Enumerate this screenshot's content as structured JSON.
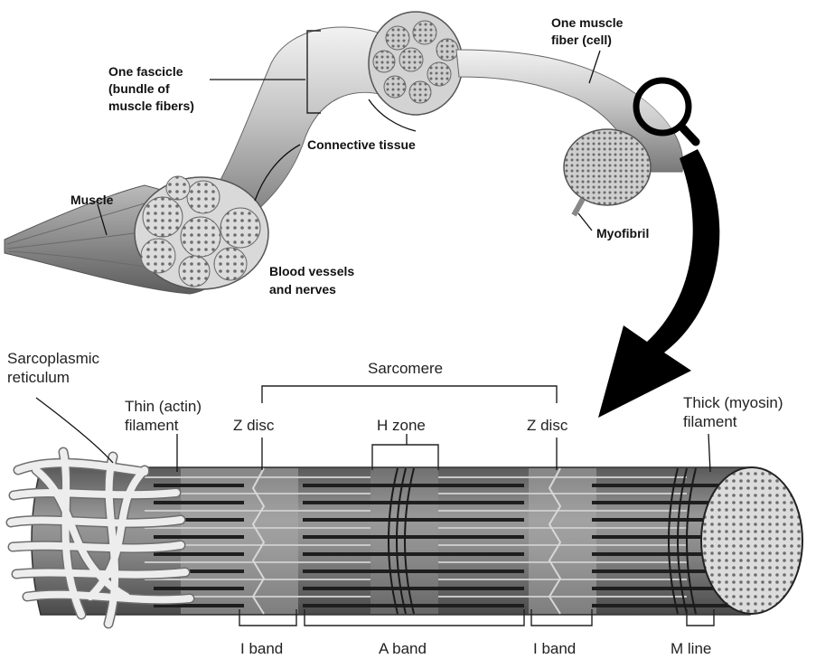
{
  "top_labels": {
    "fascicle_1": "One fascicle",
    "fascicle_2": "(bundle of",
    "fascicle_3": "muscle fibers)",
    "connective": "Connective tissue",
    "muscle": "Muscle",
    "vessels_1": "Blood vessels",
    "vessels_2": "and nerves",
    "fiber_1": "One muscle",
    "fiber_2": "fiber (cell)",
    "myofibril": "Myofibril"
  },
  "bottom_labels": {
    "sarco_1": "Sarcoplasmic",
    "sarco_2": "reticulum",
    "thin_1": "Thin (actin)",
    "thin_2": "filament",
    "sarcomere": "Sarcomere",
    "zdisc_left": "Z disc",
    "hzone": "H zone",
    "zdisc_right": "Z disc",
    "thick_1": "Thick (myosin)",
    "thick_2": "filament",
    "iband_left": "I band",
    "aband": "A band",
    "iband_right": "I band",
    "mline": "M line"
  }
}
